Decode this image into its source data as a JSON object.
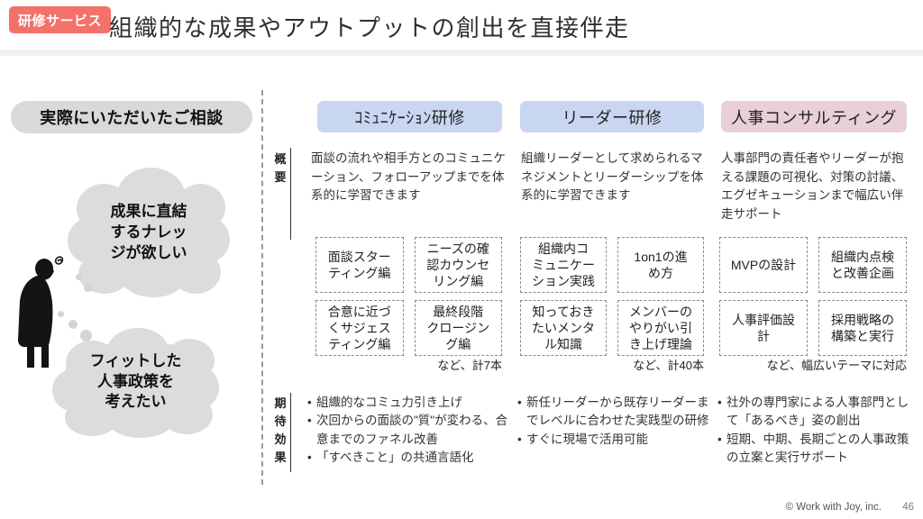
{
  "header": {
    "badge": "研修サービス",
    "title": "組織的な成果やアウトプットの創出を直接伴走"
  },
  "colors": {
    "badge_bg": "#f4716a",
    "training_header_bg": "#c9d6f1",
    "consulting_header_bg": "#e9cfd9"
  },
  "left_panel": {
    "heading": "実際にいただいたご相談",
    "thoughts": [
      "成果に直結\nするナレッ\nジが欲しい",
      "フィットした\n人事政策を\n考えたい"
    ]
  },
  "row_labels": {
    "overview": "概要",
    "effects": "期待効果"
  },
  "columns": [
    {
      "header": "ｺﾐｭﾆｹｰｼｮﾝ研修",
      "overview": "面談の流れや相手方とのコミュニケーション、フォローアップまでを体系的に学習できます",
      "boxes": [
        "面談スター\nティング編",
        "ニーズの確\n認カウンセ\nリング編",
        "合意に近づ\nくサジェス\nティング編",
        "最終段階\nクロージン\nグ編"
      ],
      "note": "など、計7本",
      "effects": [
        "組織的なコミュ力引き上げ",
        "次回からの面談の\"質\"が変わる、合意までのファネル改善",
        "「すべきこと」の共通言語化"
      ]
    },
    {
      "header": "リーダー研修",
      "overview": "組織リーダーとして求められるマネジメントとリーダーシップを体系的に学習できます",
      "boxes": [
        "組織内コ\nミュニケー\nション実践",
        "1on1の進\nめ方",
        "知っておき\nたいメンタ\nル知識",
        "メンバーの\nやりがい引\nき上げ理論"
      ],
      "note": "など、計40本",
      "effects": [
        "新任リーダーから既存リーダーまでレベルに合わせた実践型の研修",
        "すぐに現場で活用可能"
      ]
    },
    {
      "header": "人事コンサルティング",
      "overview": "人事部門の責任者やリーダーが抱える課題の可視化、対策の討議、エグゼキューションまで幅広い伴走サポート",
      "boxes": [
        "MVPの設計",
        "組織内点検\nと改善企画",
        "人事評価設\n計",
        "採用戦略の\n構築と実行"
      ],
      "note": "など、幅広いテーマに対応",
      "effects": [
        "社外の専門家による人事部門として「あるべき」姿の創出",
        "短期、中期、長期ごとの人事政策の立案と実行サポート"
      ]
    }
  ],
  "footer": {
    "copyright": "© Work with Joy, inc.",
    "page": "46"
  }
}
